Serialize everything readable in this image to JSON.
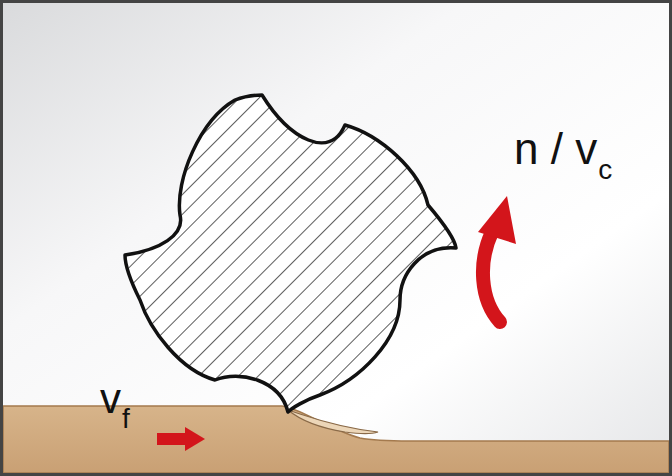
{
  "diagram": {
    "labels": [
      "n / v",
      "c",
      "v",
      "f"
    ]
  }
}
